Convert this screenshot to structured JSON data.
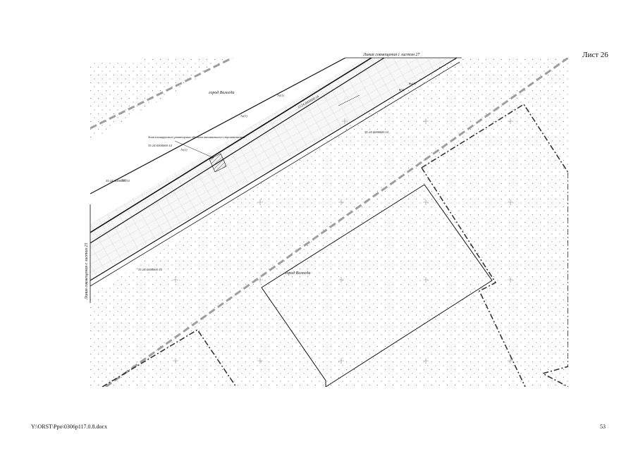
{
  "sheet": {
    "label": "Лист 26"
  },
  "footer": {
    "path": "Y:\\ORST\\Ppo\\0306p117.0.8.docx",
    "page_number": "53"
  },
  "map": {
    "match_line_top": "Линия совмещения с листом 27",
    "match_line_left": "Линия совмещения с листом 25",
    "city_label_1": "город Вологда",
    "city_label_2": "город Вологда",
    "zone_note": "Зона планируемого размещения объекта капитального строительства",
    "zone_code": "35:24:0000000:14",
    "cadastral_1": "35:24:0000000:14",
    "cadastral_2": "35:24:0000000:14",
    "cadastral_3": "35:24:0000000:14",
    "cadastral_4": "35:24:0000000:14",
    "point_1": "7(1)",
    "point_2": "7б(1)",
    "point_3": "7а(1)",
    "point_4": "7е(1)",
    "point_5": "8(1)",
    "point_6": "8а(1)"
  }
}
